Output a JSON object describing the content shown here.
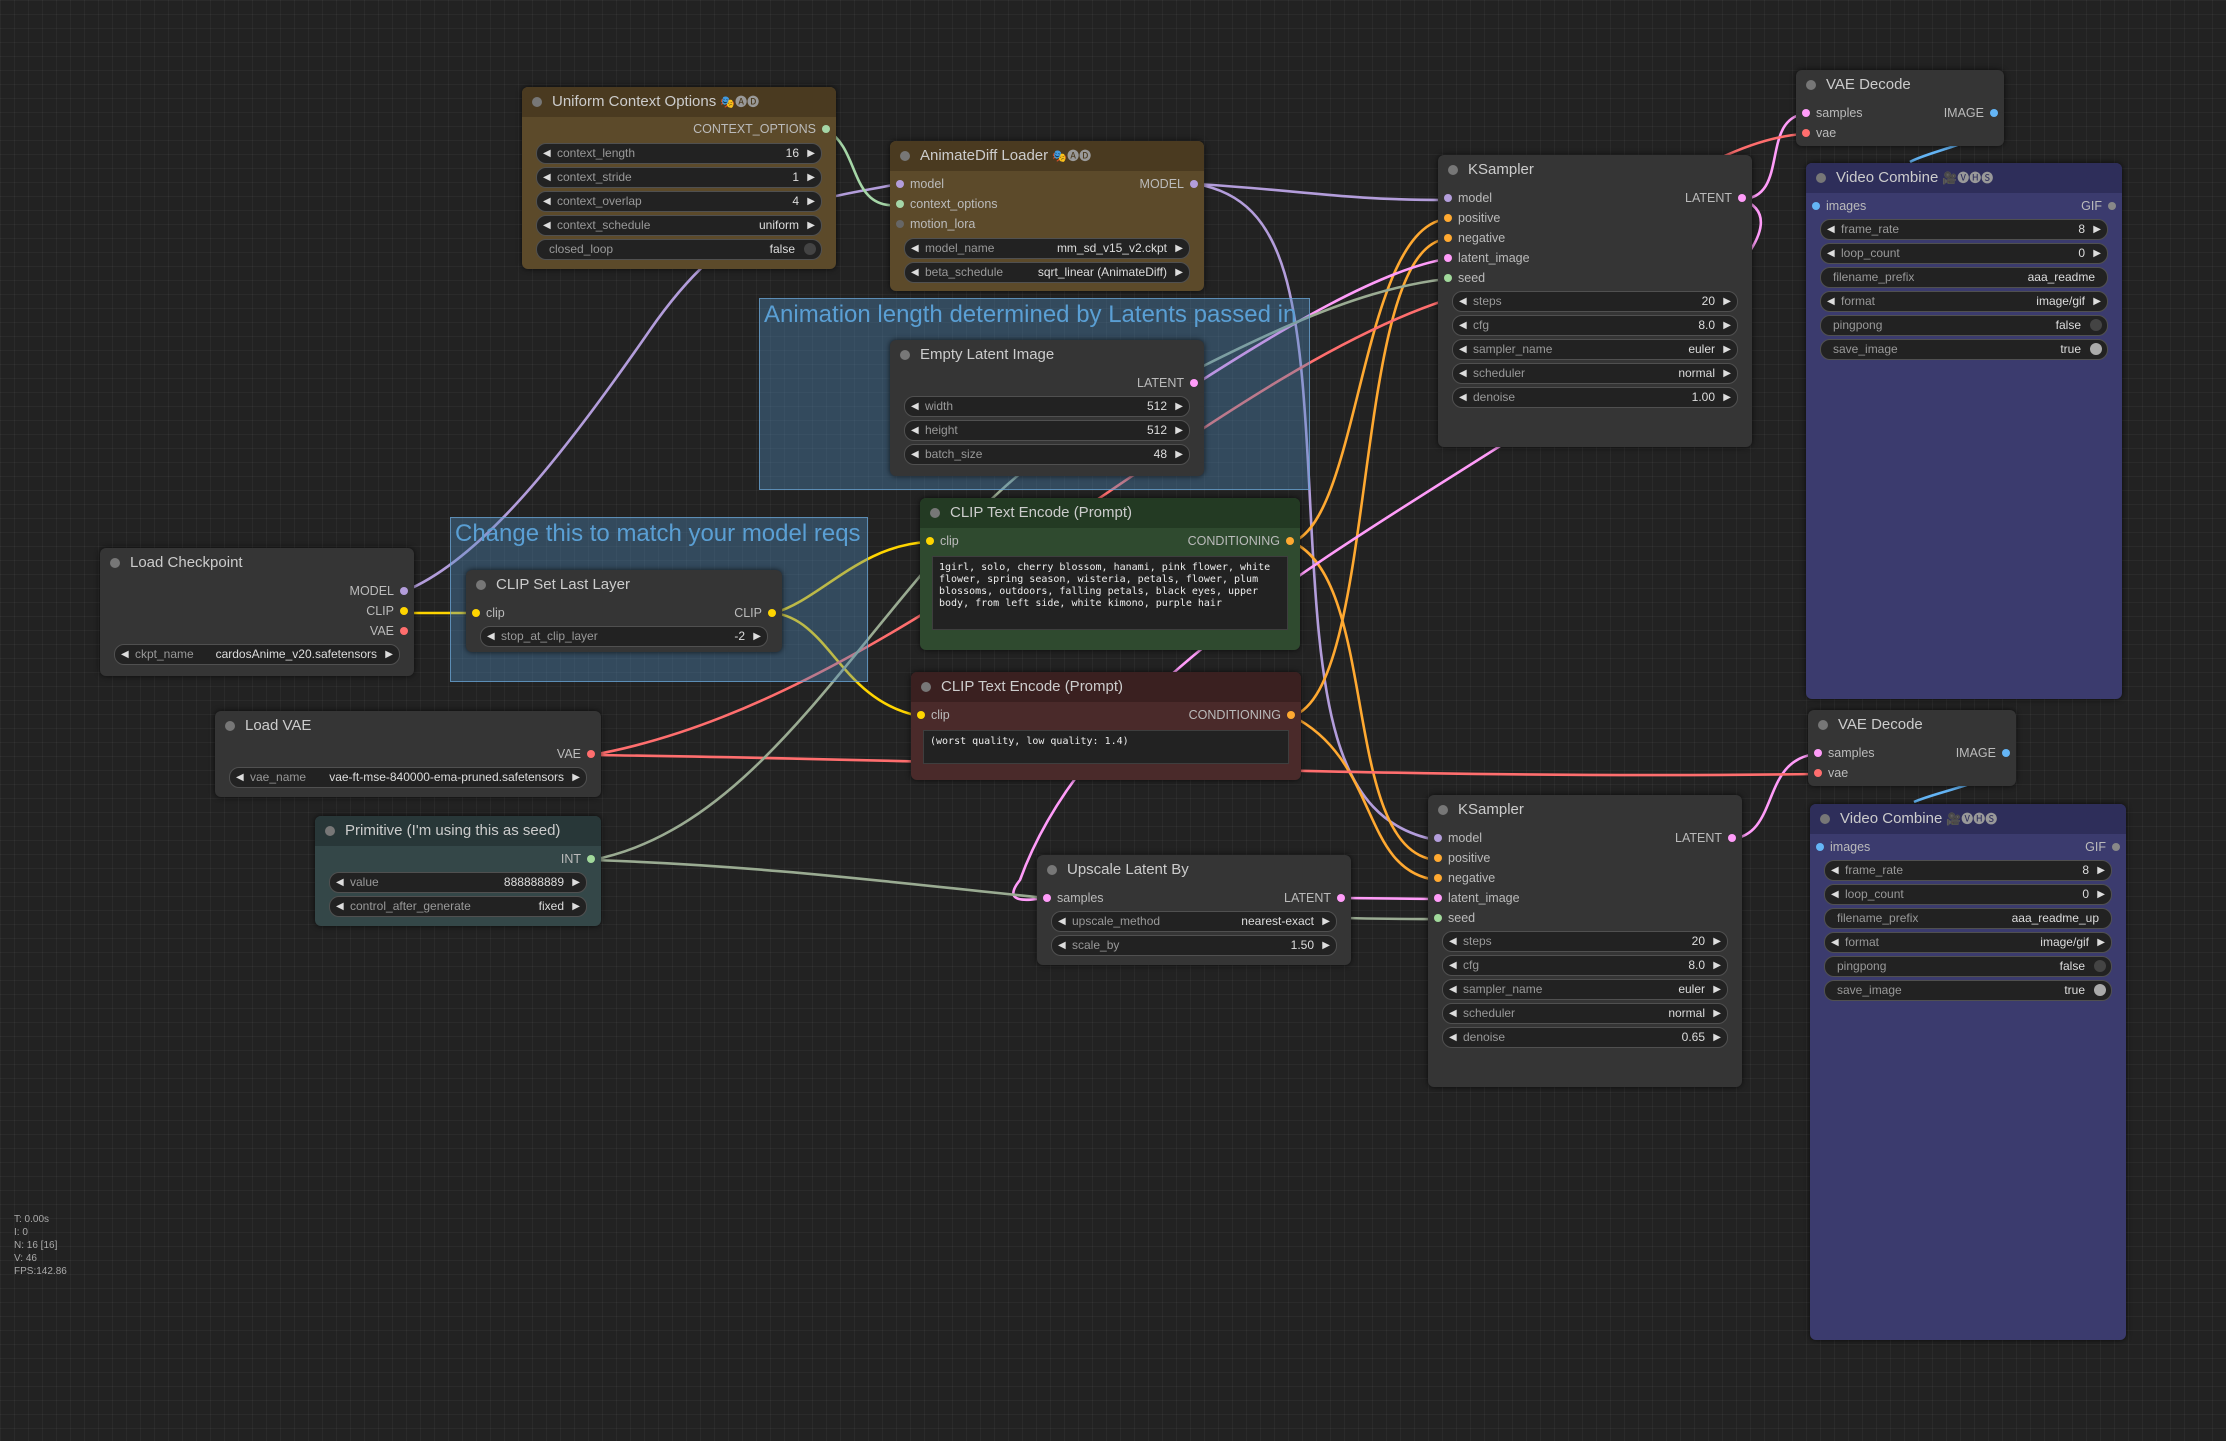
{
  "groups": {
    "animation": {
      "title": "Animation length determined by Latents passed in"
    },
    "model_reqs": {
      "title": "Change this to match your model reqs"
    }
  },
  "colors": {
    "model": "#b39ddb",
    "clip": "#ffd500",
    "vae": "#ff6e6e",
    "conditioning": "#ffa931",
    "latent": "#ff9cf9",
    "image": "#64b5f6",
    "int": "#a1d99b",
    "context": "#a5d6a7"
  },
  "nodes": {
    "uniform_context": {
      "title": "Uniform Context Options",
      "badge": "🎭🅐🅓",
      "output": "CONTEXT_OPTIONS",
      "widgets": {
        "context_length": {
          "label": "context_length",
          "value": "16"
        },
        "context_stride": {
          "label": "context_stride",
          "value": "1"
        },
        "context_overlap": {
          "label": "context_overlap",
          "value": "4"
        },
        "context_schedule": {
          "label": "context_schedule",
          "value": "uniform"
        },
        "closed_loop": {
          "label": "closed_loop",
          "value": "false"
        }
      }
    },
    "animatediff_loader": {
      "title": "AnimateDiff Loader",
      "badge": "🎭🅐🅓",
      "inputs": {
        "model": "model",
        "context_options": "context_options",
        "motion_lora": "motion_lora"
      },
      "output": "MODEL",
      "widgets": {
        "model_name": {
          "label": "model_name",
          "value": "mm_sd_v15_v2.ckpt"
        },
        "beta_schedule": {
          "label": "beta_schedule",
          "value": "sqrt_linear (AnimateDiff)"
        }
      }
    },
    "empty_latent": {
      "title": "Empty Latent Image",
      "output": "LATENT",
      "widgets": {
        "width": {
          "label": "width",
          "value": "512"
        },
        "height": {
          "label": "height",
          "value": "512"
        },
        "batch_size": {
          "label": "batch_size",
          "value": "48"
        }
      }
    },
    "load_checkpoint": {
      "title": "Load Checkpoint",
      "outputs": {
        "model": "MODEL",
        "clip": "CLIP",
        "vae": "VAE"
      },
      "widgets": {
        "ckpt_name": {
          "label": "ckpt_name",
          "value": "cardosAnime_v20.safetensors"
        }
      }
    },
    "clip_set_last_layer": {
      "title": "CLIP Set Last Layer",
      "input": "clip",
      "output": "CLIP",
      "widgets": {
        "stop_at_clip_layer": {
          "label": "stop_at_clip_layer",
          "value": "-2"
        }
      }
    },
    "clip_pos": {
      "title": "CLIP Text Encode (Prompt)",
      "input": "clip",
      "output": "CONDITIONING",
      "text": "1girl, solo, cherry blossom, hanami, pink flower, white flower, spring season, wisteria, petals, flower, plum blossoms, outdoors, falling petals, black eyes, upper body, from left side, white kimono, purple hair"
    },
    "clip_neg": {
      "title": "CLIP Text Encode (Prompt)",
      "input": "clip",
      "output": "CONDITIONING",
      "text": "(worst quality, low quality: 1.4)"
    },
    "load_vae": {
      "title": "Load VAE",
      "output": "VAE",
      "widgets": {
        "vae_name": {
          "label": "vae_name",
          "value": "vae-ft-mse-840000-ema-pruned.safetensors"
        }
      }
    },
    "primitive": {
      "title": "Primitive (I'm using this as seed)",
      "output": "INT",
      "widgets": {
        "value": {
          "label": "value",
          "value": "888888889"
        },
        "control_after_generate": {
          "label": "control_after_generate",
          "value": "fixed"
        }
      }
    },
    "upscale_latent": {
      "title": "Upscale Latent By",
      "input": "samples",
      "output": "LATENT",
      "widgets": {
        "upscale_method": {
          "label": "upscale_method",
          "value": "nearest-exact"
        },
        "scale_by": {
          "label": "scale_by",
          "value": "1.50"
        }
      }
    },
    "ksampler1": {
      "title": "KSampler",
      "inputs": {
        "model": "model",
        "positive": "positive",
        "negative": "negative",
        "latent_image": "latent_image",
        "seed": "seed"
      },
      "output": "LATENT",
      "widgets": {
        "steps": {
          "label": "steps",
          "value": "20"
        },
        "cfg": {
          "label": "cfg",
          "value": "8.0"
        },
        "sampler_name": {
          "label": "sampler_name",
          "value": "euler"
        },
        "scheduler": {
          "label": "scheduler",
          "value": "normal"
        },
        "denoise": {
          "label": "denoise",
          "value": "1.00"
        }
      }
    },
    "ksampler2": {
      "title": "KSampler",
      "inputs": {
        "model": "model",
        "positive": "positive",
        "negative": "negative",
        "latent_image": "latent_image",
        "seed": "seed"
      },
      "output": "LATENT",
      "widgets": {
        "steps": {
          "label": "steps",
          "value": "20"
        },
        "cfg": {
          "label": "cfg",
          "value": "8.0"
        },
        "sampler_name": {
          "label": "sampler_name",
          "value": "euler"
        },
        "scheduler": {
          "label": "scheduler",
          "value": "normal"
        },
        "denoise": {
          "label": "denoise",
          "value": "0.65"
        }
      }
    },
    "vae_decode1": {
      "title": "VAE Decode",
      "inputs": {
        "samples": "samples",
        "vae": "vae"
      },
      "output": "IMAGE"
    },
    "vae_decode2": {
      "title": "VAE Decode",
      "inputs": {
        "samples": "samples",
        "vae": "vae"
      },
      "output": "IMAGE"
    },
    "video_combine1": {
      "title": "Video Combine",
      "badge": "🎥🅥🅗🅢",
      "input": "images",
      "output": "GIF",
      "widgets": {
        "frame_rate": {
          "label": "frame_rate",
          "value": "8"
        },
        "loop_count": {
          "label": "loop_count",
          "value": "0"
        },
        "filename_prefix": {
          "label": "filename_prefix",
          "value": "aaa_readme"
        },
        "format": {
          "label": "format",
          "value": "image/gif"
        },
        "pingpong": {
          "label": "pingpong",
          "value": "false"
        },
        "save_image": {
          "label": "save_image",
          "value": "true"
        }
      }
    },
    "video_combine2": {
      "title": "Video Combine",
      "badge": "🎥🅥🅗🅢",
      "input": "images",
      "output": "GIF",
      "widgets": {
        "frame_rate": {
          "label": "frame_rate",
          "value": "8"
        },
        "loop_count": {
          "label": "loop_count",
          "value": "0"
        },
        "filename_prefix": {
          "label": "filename_prefix",
          "value": "aaa_readme_up"
        },
        "format": {
          "label": "format",
          "value": "image/gif"
        },
        "pingpong": {
          "label": "pingpong",
          "value": "false"
        },
        "save_image": {
          "label": "save_image",
          "value": "true"
        }
      }
    }
  },
  "stats": {
    "t": "T: 0.00s",
    "i": "I: 0",
    "n": "N: 16 [16]",
    "v": "V: 46",
    "fps": "FPS:142.86"
  }
}
